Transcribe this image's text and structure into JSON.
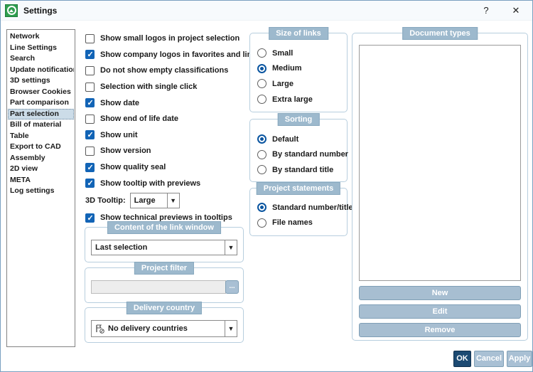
{
  "window": {
    "title": "Settings",
    "help_label": "?",
    "close_label": "✕"
  },
  "sidebar": {
    "items": [
      {
        "label": "Network"
      },
      {
        "label": "Line Settings"
      },
      {
        "label": "Search"
      },
      {
        "label": "Update notification"
      },
      {
        "label": "3D settings"
      },
      {
        "label": "Browser Cookies"
      },
      {
        "label": "Part comparison"
      },
      {
        "label": "Part selection"
      },
      {
        "label": "Bill of material"
      },
      {
        "label": "Table"
      },
      {
        "label": "Export to CAD"
      },
      {
        "label": "Assembly"
      },
      {
        "label": "2D view"
      },
      {
        "label": "META"
      },
      {
        "label": "Log settings"
      }
    ],
    "selected": "Part selection"
  },
  "options": {
    "checkboxes": [
      {
        "label": "Show small logos in project selection",
        "checked": false
      },
      {
        "label": "Show company logos in favorites and links",
        "checked": true
      },
      {
        "label": "Do not show empty classifications",
        "checked": false
      },
      {
        "label": "Selection with single click",
        "checked": false
      },
      {
        "label": "Show date",
        "checked": true
      },
      {
        "label": "Show end of life date",
        "checked": false
      },
      {
        "label": "Show unit",
        "checked": true
      },
      {
        "label": "Show version",
        "checked": false
      },
      {
        "label": "Show quality seal",
        "checked": true
      },
      {
        "label": "Show tooltip with previews",
        "checked": true
      }
    ],
    "tooltip_3d": {
      "label": "3D Tooltip:",
      "value": "Large"
    },
    "checkbox_after": {
      "label": "Show technical previews in tooltips",
      "checked": true
    }
  },
  "groups": {
    "link_window": {
      "title": "Content of the link window",
      "value": "Last selection"
    },
    "project_filter": {
      "title": "Project filter",
      "input_value": "",
      "browse_label": "..."
    },
    "delivery_country": {
      "title": "Delivery country",
      "value": "No delivery countries"
    },
    "size_of_links": {
      "title": "Size of links",
      "options": [
        {
          "label": "Small",
          "selected": false
        },
        {
          "label": "Medium",
          "selected": true
        },
        {
          "label": "Large",
          "selected": false
        },
        {
          "label": "Extra large",
          "selected": false
        }
      ]
    },
    "sorting": {
      "title": "Sorting",
      "options": [
        {
          "label": "Default",
          "selected": true
        },
        {
          "label": "By standard number",
          "selected": false
        },
        {
          "label": "By standard title",
          "selected": false
        }
      ]
    },
    "project_statements": {
      "title": "Project statements",
      "options": [
        {
          "label": "Standard number/title",
          "selected": true
        },
        {
          "label": "File names",
          "selected": false
        }
      ]
    },
    "document_types": {
      "title": "Document types",
      "buttons": {
        "new": "New",
        "edit": "Edit",
        "remove": "Remove"
      }
    }
  },
  "footer": {
    "ok": "OK",
    "cancel": "Cancel",
    "apply": "Apply"
  },
  "colors": {
    "accent_blue": "#1264b6",
    "steel_button": "#a7bed1",
    "ok_button": "#1c4a72",
    "group_header": "#9db9cd"
  }
}
